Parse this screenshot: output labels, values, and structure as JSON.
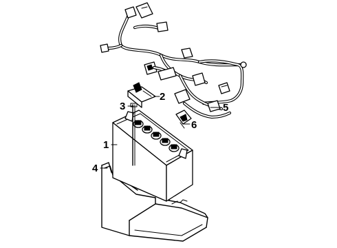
{
  "callouts": [
    {
      "id": "1",
      "label": "1"
    },
    {
      "id": "2",
      "label": "2"
    },
    {
      "id": "3",
      "label": "3"
    },
    {
      "id": "4",
      "label": "4"
    },
    {
      "id": "5",
      "label": "5"
    },
    {
      "id": "6",
      "label": "6"
    }
  ],
  "parts": [
    {
      "ref": "1",
      "name": "battery"
    },
    {
      "ref": "2",
      "name": "hold-down-clamp"
    },
    {
      "ref": "3",
      "name": "hold-down-rod"
    },
    {
      "ref": "4",
      "name": "battery-tray"
    },
    {
      "ref": "5",
      "name": "cable-harness"
    },
    {
      "ref": "6",
      "name": "terminal-clamp"
    }
  ]
}
